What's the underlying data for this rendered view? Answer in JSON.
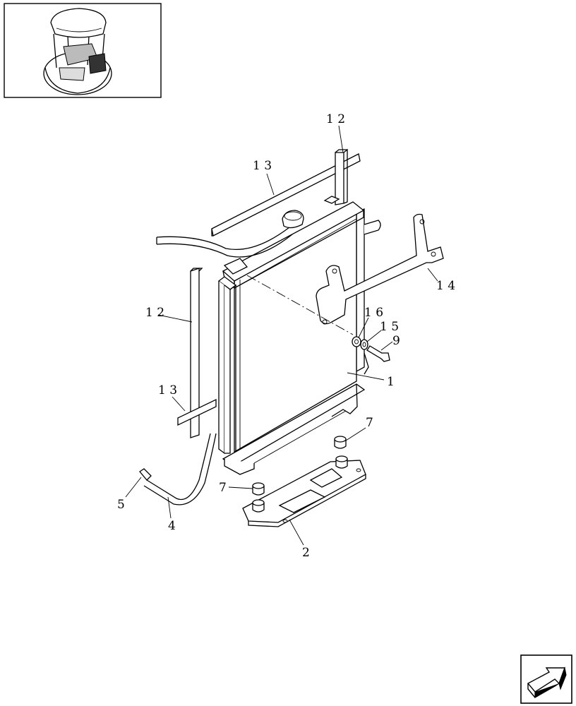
{
  "diagram": {
    "part_labels": {
      "top_bar_12": "1 2",
      "top_bar_13": "1 3",
      "bracket_14": "1 4",
      "washer_16": "1 6",
      "washer_15": "1 5",
      "bolt_9": "9",
      "radiator_1": "1",
      "left_bar_12": "1 2",
      "left_bar_13": "1 3",
      "bushing_7_right": "7",
      "bushing_7_left": "7",
      "pipe_end_5": "5",
      "hose_4": "4",
      "mount_2": "2"
    },
    "locator_thumbnail_icon": "machine-locator-icon",
    "nav_icon": "next-page-arrow-icon"
  }
}
